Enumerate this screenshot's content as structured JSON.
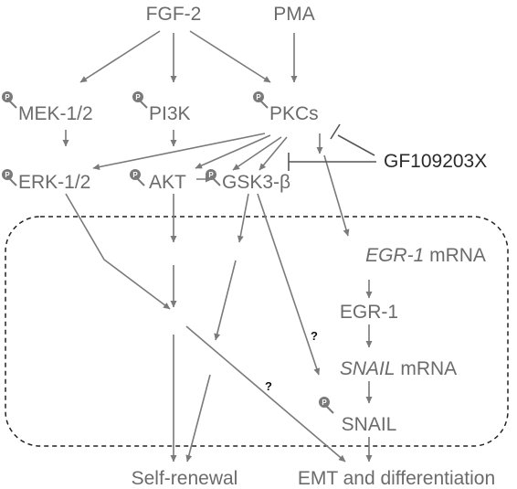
{
  "nodes": {
    "fgf2": "FGF-2",
    "pma": "PMA",
    "mek": "MEK-1/2",
    "pi3k": "PI3K",
    "pkcs": "PKCs",
    "gf": "GF109203X",
    "erk": "ERK-1/2",
    "akt": "AKT",
    "gsk_prefix": "GSK3-",
    "gsk_beta": "β",
    "egr1_mrna_gene": "EGR-1",
    "egr1_mrna_suffix": " mRNA",
    "egr1": "EGR-1",
    "snail_mrna_gene": "SNAIL",
    "snail_mrna_suffix": " mRNA",
    "snail": "SNAIL",
    "self_renewal": "Self-renewal",
    "emt": "EMT and differentiation"
  },
  "phospho_label": "P",
  "question_mark": "?",
  "colors": {
    "text": "#6b6b6b",
    "text_dark": "#2b2b2b",
    "arrow": "#7a7a7a",
    "phospho": "#7a7a7a",
    "box": "#222222"
  }
}
